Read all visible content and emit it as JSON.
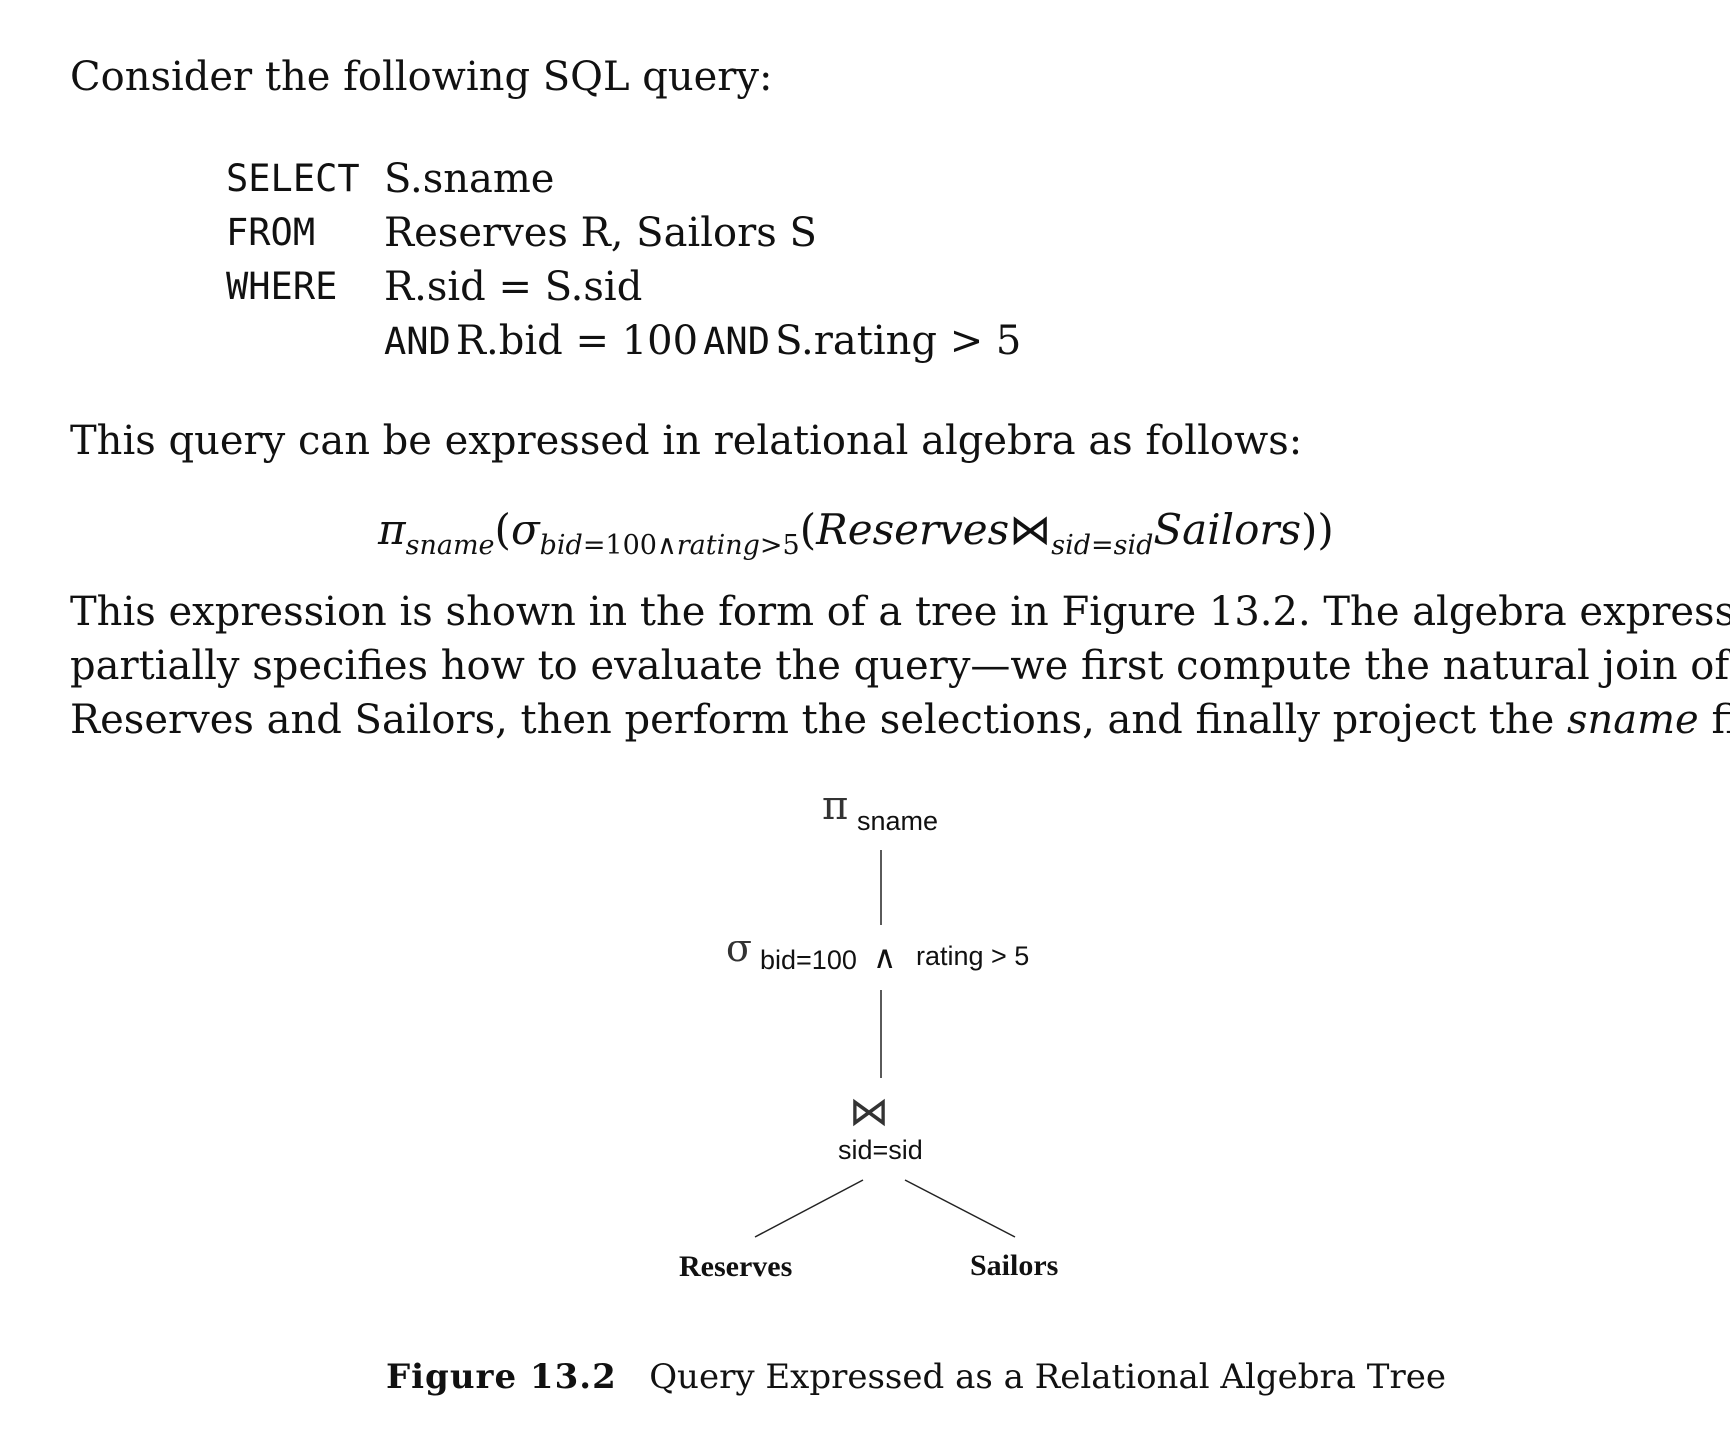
{
  "intro": "Consider the following SQL query:",
  "sql": {
    "select_kw": "SELECT",
    "select_val": "S.sname",
    "from_kw": "FROM",
    "from_val": "Reserves R, Sailors S",
    "where_kw": "WHERE",
    "where_val": "R.sid = S.sid",
    "and1_kw": "AND",
    "and1_val": "R.bid = 100",
    "and2_kw": "AND",
    "and2_val": "S.rating > 5"
  },
  "algebra_intro": "This query can be expressed in relational algebra as follows:",
  "formula": {
    "pi": "π",
    "pi_sub": "sname",
    "open1": "(",
    "sigma": "σ",
    "sigma_sub_a": "bid",
    "sigma_sub_b": "=100∧",
    "sigma_sub_c": "rating",
    "sigma_sub_d": ">5",
    "open2": "(",
    "reserves": "Reserves",
    "join": "⋈",
    "join_sub": "sid=sid",
    "sailors": "Sailors",
    "close": "))"
  },
  "explanation": {
    "line1": "This expression is shown in the form of a tree in Figure 13.2. The algebra expression",
    "line2": "partially specifies how to evaluate the query—we first compute the natural join of",
    "line3_a": "Reserves and Sailors, then perform the selections, and finally project the",
    "line3_em": "sname",
    "line3_b": "field."
  },
  "tree": {
    "pi_symbol": "π",
    "pi_label": "sname",
    "sigma_symbol": "σ",
    "sigma_left": "bid=100",
    "and_symbol": "∧",
    "sigma_right": "rating > 5",
    "join_symbol": "⋈",
    "join_label": "sid=sid",
    "left_leaf": "Reserves",
    "right_leaf": "Sailors"
  },
  "caption": {
    "label": "Figure 13.2",
    "text": "Query Expressed as a Relational Algebra Tree"
  }
}
